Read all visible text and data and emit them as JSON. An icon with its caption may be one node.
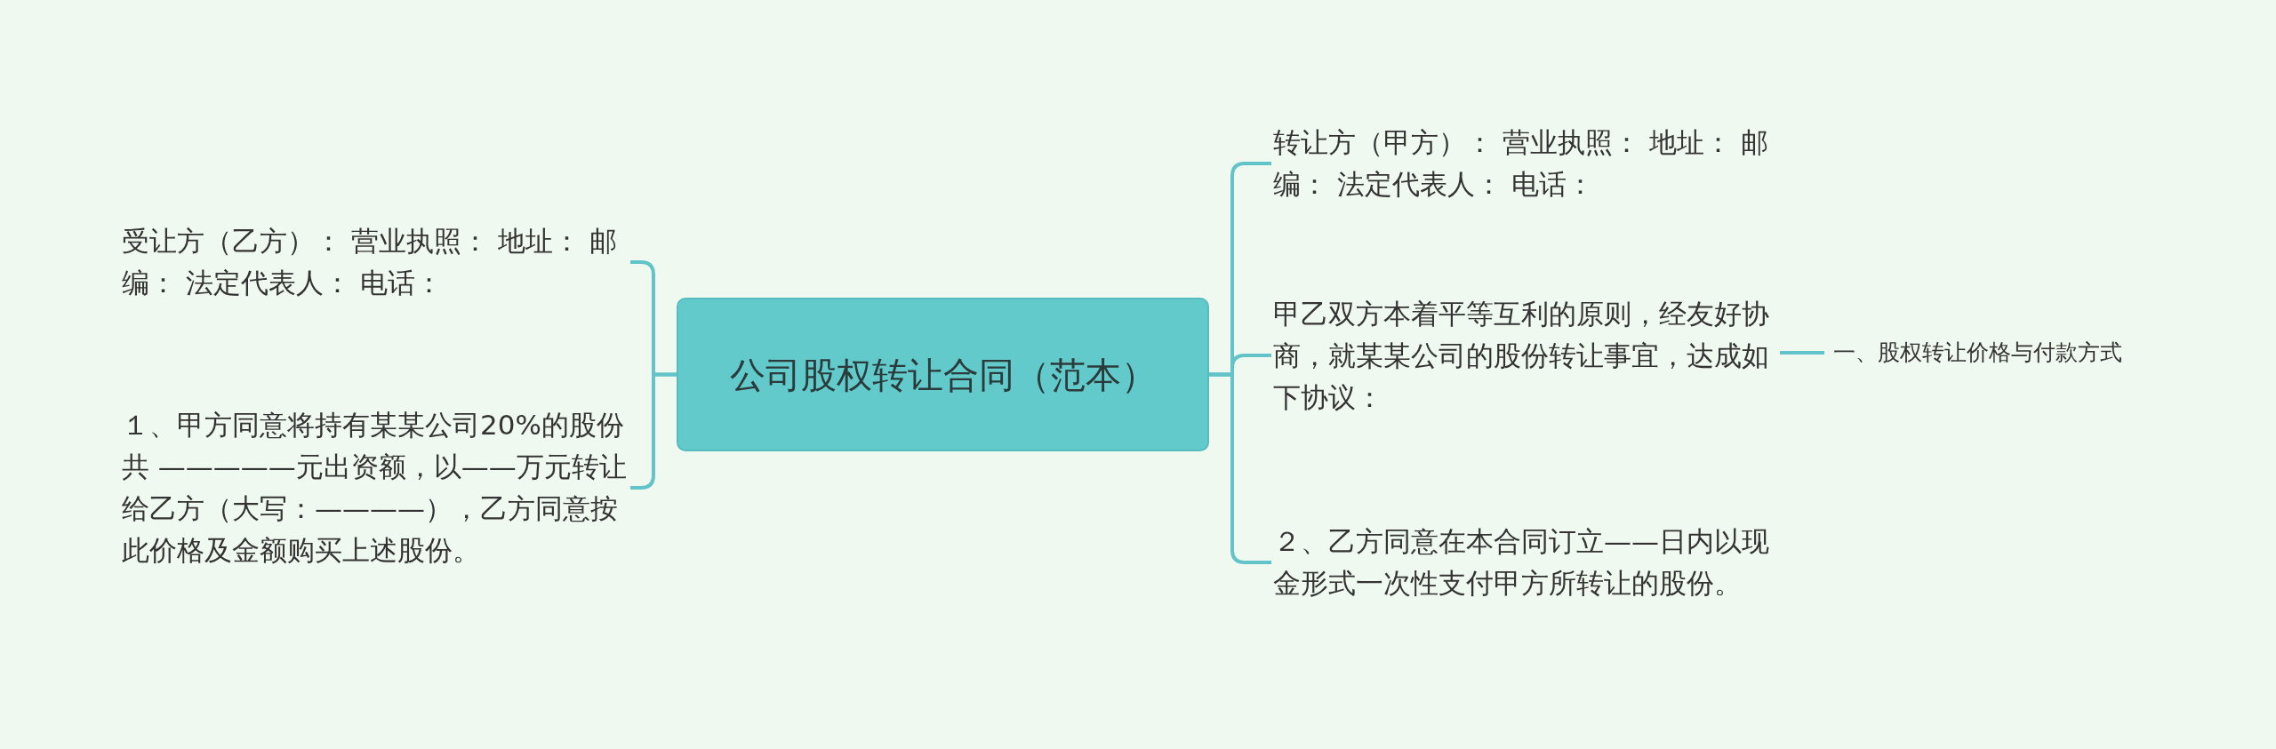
{
  "diagram": {
    "nodes": [
      {
        "text": [
          "公司股权转让合同（范本）"
        ]
      },
      {
        "text": [
          "受让方（乙方）： 营业执照： 地址： 邮编： 法定代表人： 电话："
        ]
      },
      {
        "text": [
          "１、甲方同意将持有某某公司20%的股份共 —————元出资额，以——万元转让给乙方（大写：————），乙方同意按此价格及金额购买上述股份。"
        ]
      },
      {
        "text": [
          "转让方（甲方）： 营业执照： 地址： 邮编： 法定代表人： 电话："
        ]
      },
      {
        "text": [
          "甲乙双方本着平等互利的原则，经友好协商，就某某公司的股份转让事宜，达成如下协议："
        ]
      },
      {
        "text": [
          "２、乙方同意在本合同订立——日内以现金形式一次性支付甲方所转让的股份。"
        ]
      },
      {
        "text": [
          "一、股权转让价格与付款方式"
        ]
      }
    ],
    "edges": [
      {
        "from": 0,
        "to": 1,
        "arrow": "none"
      },
      {
        "from": 0,
        "to": 2,
        "arrow": "none"
      },
      {
        "from": 0,
        "to": 3,
        "arrow": "none"
      },
      {
        "from": 0,
        "to": 4,
        "arrow": "none"
      },
      {
        "from": 0,
        "to": 5,
        "arrow": "none"
      },
      {
        "from": 4,
        "to": 6,
        "arrow": "none"
      }
    ]
  }
}
